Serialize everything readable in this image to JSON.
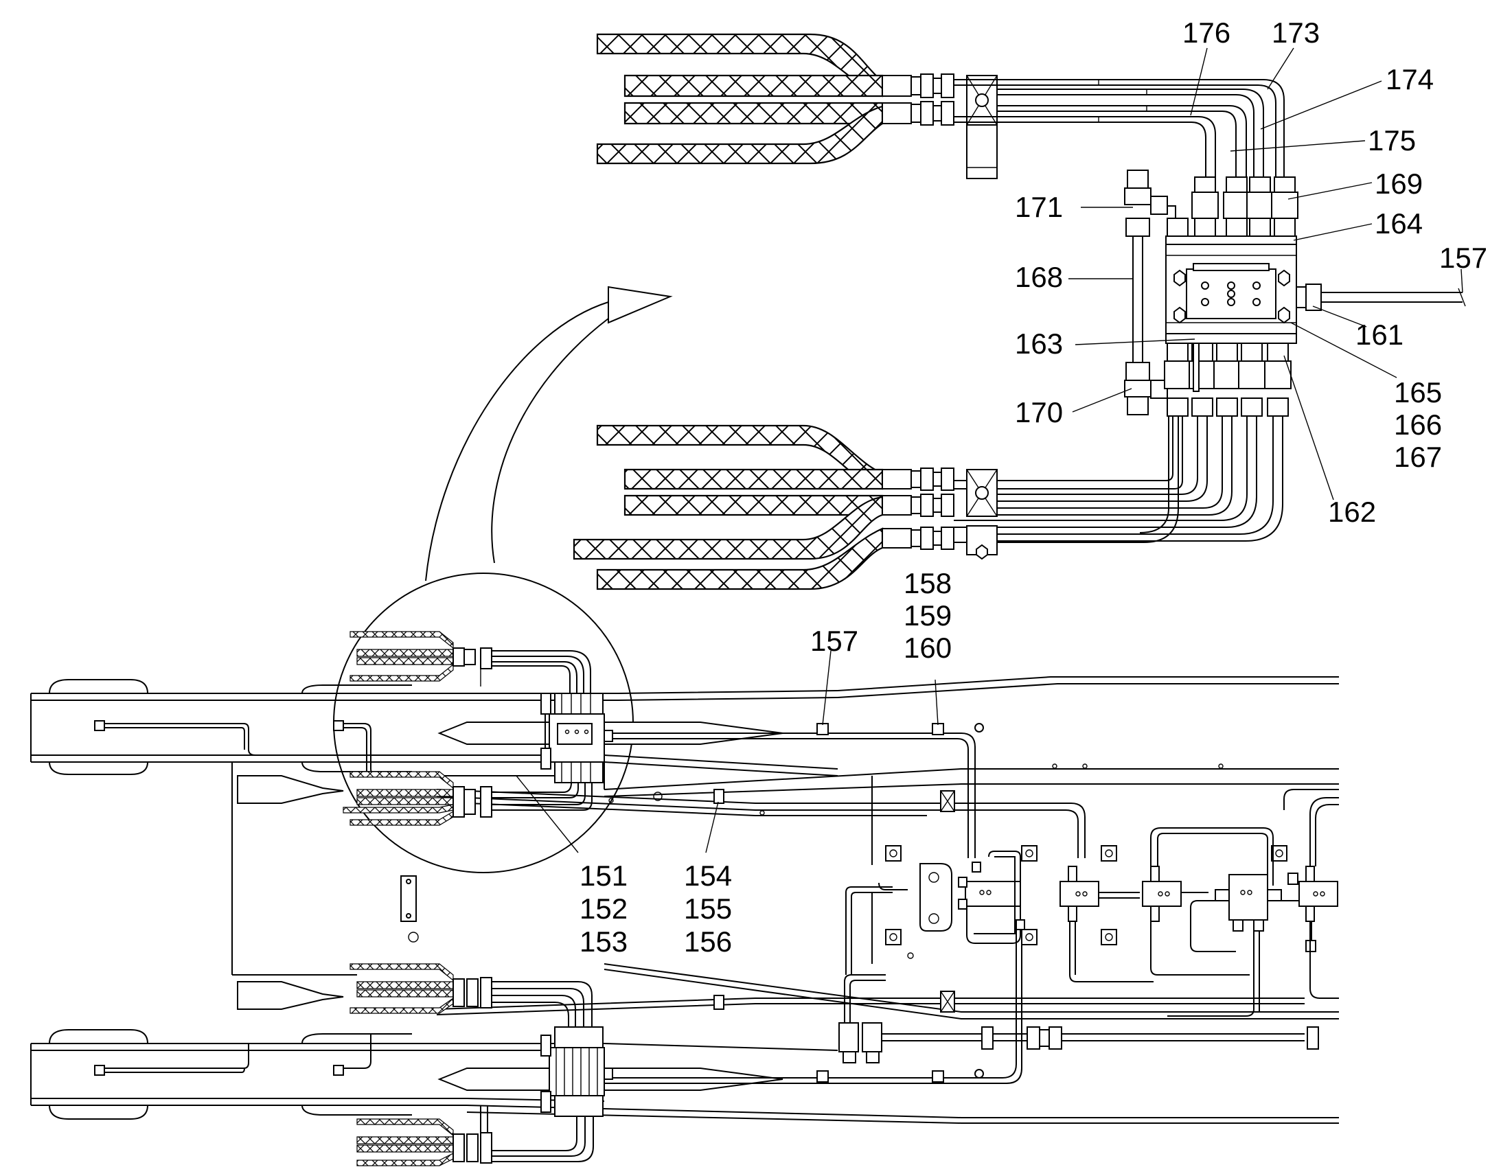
{
  "callouts": {
    "c176": "176",
    "c173": "173",
    "c174": "174",
    "c175": "175",
    "c169": "169",
    "c171": "171",
    "c164": "164",
    "c157a": "157",
    "c168": "168",
    "c161": "161",
    "c163": "163",
    "c165": "165",
    "c166": "166",
    "c167": "167",
    "c170": "170",
    "c162": "162",
    "c157b": "157",
    "c158": "158",
    "c159": "159",
    "c160": "160",
    "c151": "151",
    "c152": "152",
    "c153": "153",
    "c154": "154",
    "c155": "155",
    "c156": "156"
  }
}
